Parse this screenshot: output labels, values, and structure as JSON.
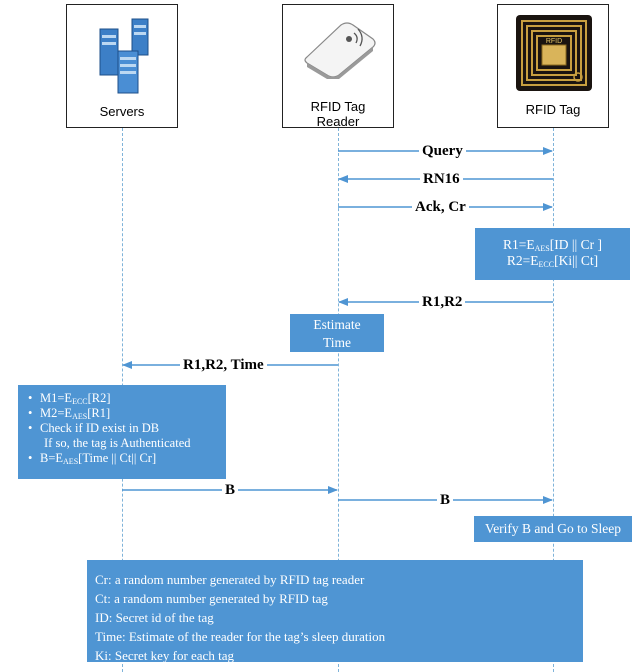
{
  "actors": {
    "servers": {
      "label": "Servers"
    },
    "reader": {
      "label_line1": "RFID Tag",
      "label_line2": "Reader"
    },
    "tag": {
      "label": "RFID Tag",
      "chip_text": "RFID"
    }
  },
  "messages": {
    "query": "Query",
    "rn16": "RN16",
    "ack": "Ack, Cr",
    "r1r2": "R1,R2",
    "r1r2time": "R1,R2, Time",
    "b_to_reader": "B",
    "b_to_tag": "B"
  },
  "tag_compute": {
    "r1": {
      "pre": "R1=E",
      "sub": "AES",
      "post": "[ID || Cr ]"
    },
    "r2": {
      "pre": "R2=E",
      "sub": "ECC",
      "post": "[Ki|| Ct]"
    }
  },
  "reader_estimate": {
    "line1": "Estimate",
    "line2": "Time"
  },
  "server_steps": {
    "m1": {
      "pre": "M1=E",
      "sub": "ECC",
      "post": "[R2]"
    },
    "m2": {
      "pre": "M2=E",
      "sub": "AES",
      "post": "[R1]"
    },
    "check": "Check if ID exist in DB",
    "auth": "If so, the tag is Authenticated",
    "b": {
      "pre": "B=E",
      "sub": "AES",
      "post": "[Time || Ct|| Cr]"
    }
  },
  "tag_verify": "Verify B and Go to Sleep",
  "legend": [
    "Cr: a random number generated by RFID tag reader",
    "Ct: a random number generated by RFID tag",
    "ID: Secret id of the tag",
    "Time: Estimate of the reader for the tag’s sleep duration",
    "Ki: Secret key for each tag"
  ],
  "colors": {
    "arrow": "#4f95d3",
    "box_fill": "#4f95d3",
    "lifeline": "#7fb3d9",
    "chip_gold": "#c8a040"
  }
}
